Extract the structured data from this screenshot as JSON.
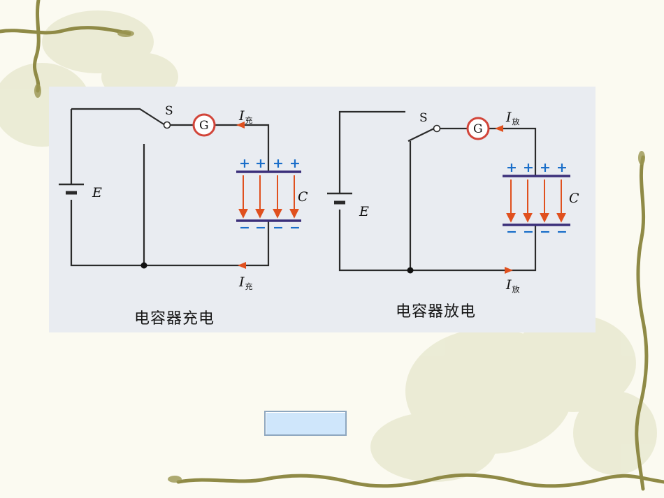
{
  "charging": {
    "caption": "电容器充电",
    "battery_label": "E",
    "switch_label": "S",
    "meter_label": "G",
    "capacitor_label": "C",
    "current_top": {
      "symbol": "I",
      "sub": "充"
    },
    "current_bottom": {
      "symbol": "I",
      "sub": "充"
    },
    "plate_top_charges": [
      "+",
      "+",
      "+",
      "+"
    ],
    "plate_bottom_charges": [
      "−",
      "−",
      "−",
      "−"
    ]
  },
  "discharging": {
    "caption": "电容器放电",
    "battery_label": "E",
    "switch_label": "S",
    "meter_label": "G",
    "capacitor_label": "C",
    "current_top": {
      "symbol": "I",
      "sub": "放"
    },
    "current_bottom": {
      "symbol": "I",
      "sub": "放"
    },
    "plate_top_charges": [
      "+",
      "+",
      "+",
      "+"
    ],
    "plate_bottom_charges": [
      "−",
      "−",
      "−",
      "−"
    ]
  },
  "colors": {
    "wire": "#2a2a2a",
    "plate": "#3b2f7a",
    "field_arrow": "#e0501e",
    "meter_ring": "#d2453a",
    "charge": "#1a6ec9",
    "vine": "#8f8a46"
  }
}
